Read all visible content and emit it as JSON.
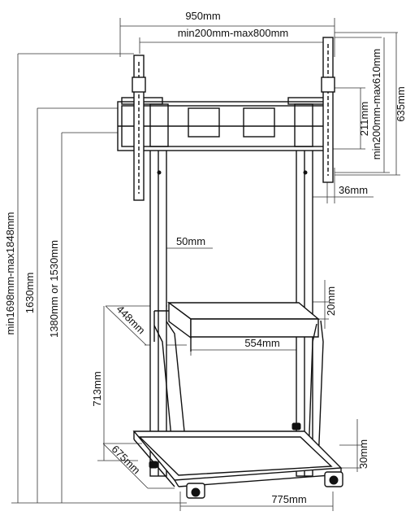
{
  "dimensions": {
    "width_total": "950mm",
    "vesa_width": "min200mm-max800mm",
    "bracket_height": "211mm",
    "vesa_height": "min200mm-max610mm",
    "bracket_outer": "635mm",
    "depth_offset": "36mm",
    "height_range": "min1698mm-max1848mm",
    "height_1630": "1630mm",
    "height_option": "1380mm or 1530mm",
    "pole": "50mm",
    "shelf_thickness": "20mm",
    "shelf_depth": "448mm",
    "shelf_width": "554mm",
    "shelf_height": "713mm",
    "base_depth": "675mm",
    "base_height": "30mm",
    "base_width": "775mm"
  }
}
